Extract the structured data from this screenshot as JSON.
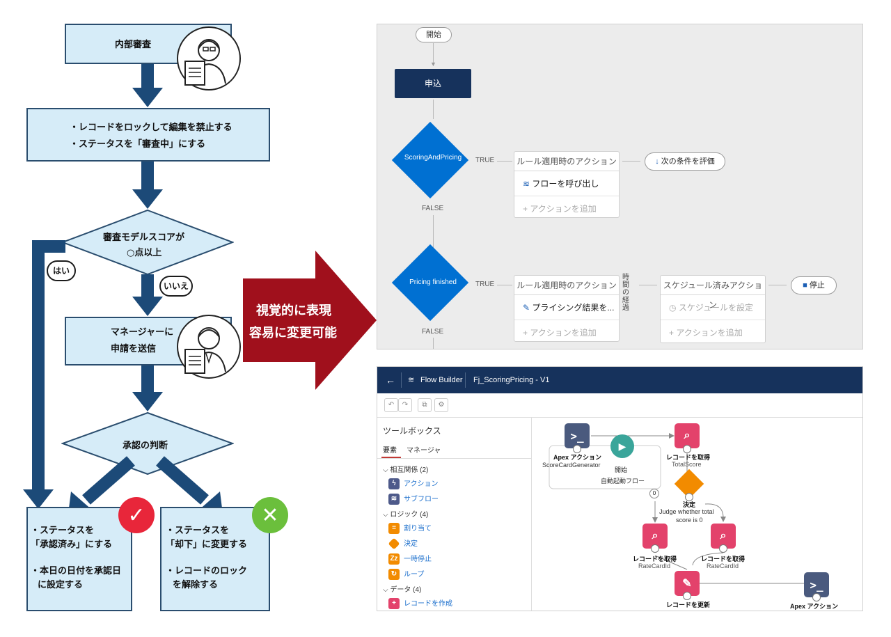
{
  "left_flow": {
    "step1": "内部審査",
    "step2_lines": [
      "・レコードをロックして編集を禁止する",
      "・ステータスを「審査中」にする"
    ],
    "decision1_lines": [
      "審査モデルスコアが",
      "○点以上"
    ],
    "yes_label": "はい",
    "no_label": "いいえ",
    "step3_lines": [
      "マネージャーに",
      "申請を送信"
    ],
    "decision2": "承認の判断",
    "approve_lines": [
      "・ステータスを",
      "「承認済み」にする",
      "",
      "・本日の日付を承認日",
      "に設定する"
    ],
    "reject_lines": [
      "・ステータスを",
      "「却下」に変更する",
      "",
      "・レコードのロック",
      "を解除する"
    ]
  },
  "big_arrow_lines": [
    "視覚的に表現",
    "容易に変更可能"
  ],
  "flow_panel": {
    "start": "開始",
    "apply_node": "申込",
    "decision1": "ScoringAndPricing",
    "decision2": "Pricing finished",
    "true_label": "TRUE",
    "false_label": "FALSE",
    "rule_header": "ルール適用時のアクション",
    "call_flow": "フローを呼び出し",
    "add_action": "アクションを追加",
    "next_condition": "次の条件を評価",
    "pricing_result": "プライシング結果を...",
    "time_elapsed": "時間の経過",
    "scheduled_header": "スケジュール済みアクション",
    "set_schedule": "スケジュールを設定",
    "stop": "停止"
  },
  "flow_builder": {
    "back": "←",
    "app": "Flow Builder",
    "flow_name": "Fj_ScoringPricing - V1",
    "toolbox": "ツールボックス",
    "tab_elements": "要素",
    "tab_manager": "マネージャ",
    "group_interaction": "相互関係 (2)",
    "item_action": "アクション",
    "item_subflow": "サブフロー",
    "group_logic": "ロジック (4)",
    "item_assign": "割り当て",
    "item_decision": "決定",
    "item_pause": "一時停止",
    "item_loop": "ループ",
    "group_data": "データ (4)",
    "item_create": "レコードを作成",
    "n_apex1": "Apex アクション",
    "n_apex1_sub": "ScoreCardGenerator",
    "n_start": "開始",
    "n_start_sub": "自動起動フロー",
    "n_get1": "レコードを取得",
    "n_get1_sub": "TotalScore",
    "n_decide": "決定",
    "n_decide_sub1": "Judge whether total",
    "n_decide_sub2": "score is 0",
    "n_zero": "0",
    "n_get2": "レコードを取得",
    "n_get2_sub": "RateCardId",
    "n_get3": "レコードを取得",
    "n_get3_sub": "RateCardId",
    "n_update": "レコードを更新",
    "n_apex2": "Apex アクション"
  },
  "colors": {
    "navy": "#1c4a78",
    "box_fill": "#d6ecf8",
    "crimson": "#a0101c",
    "ok_red": "#e8263a",
    "ng_green": "#6bbf3c",
    "diamond_blue": "#0070d2",
    "sf_navy": "#16325c"
  }
}
